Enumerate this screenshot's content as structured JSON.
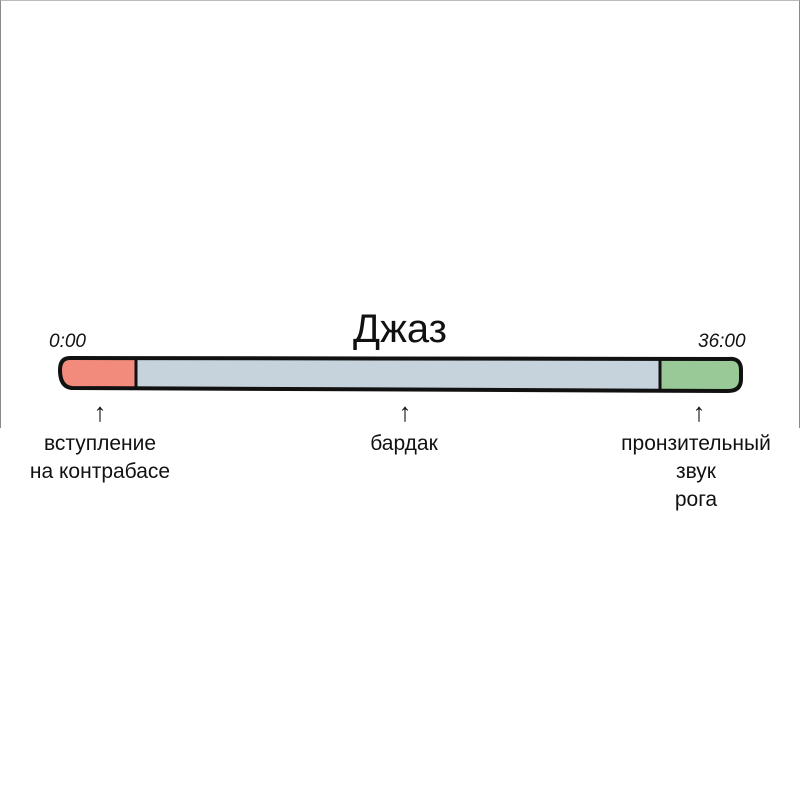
{
  "title": "Джаз",
  "timeline": {
    "start_label": "0:00",
    "end_label": "36:00",
    "segments": [
      {
        "label_lines": [
          "вступление",
          "на контрабасе"
        ],
        "color": "#f28b7c"
      },
      {
        "label_lines": [
          "бардак"
        ],
        "color": "#c6d3dc"
      },
      {
        "label_lines": [
          "пронзительный",
          "звук",
          "рога"
        ],
        "color": "#98c996"
      }
    ]
  },
  "arrow_glyph": "↑"
}
